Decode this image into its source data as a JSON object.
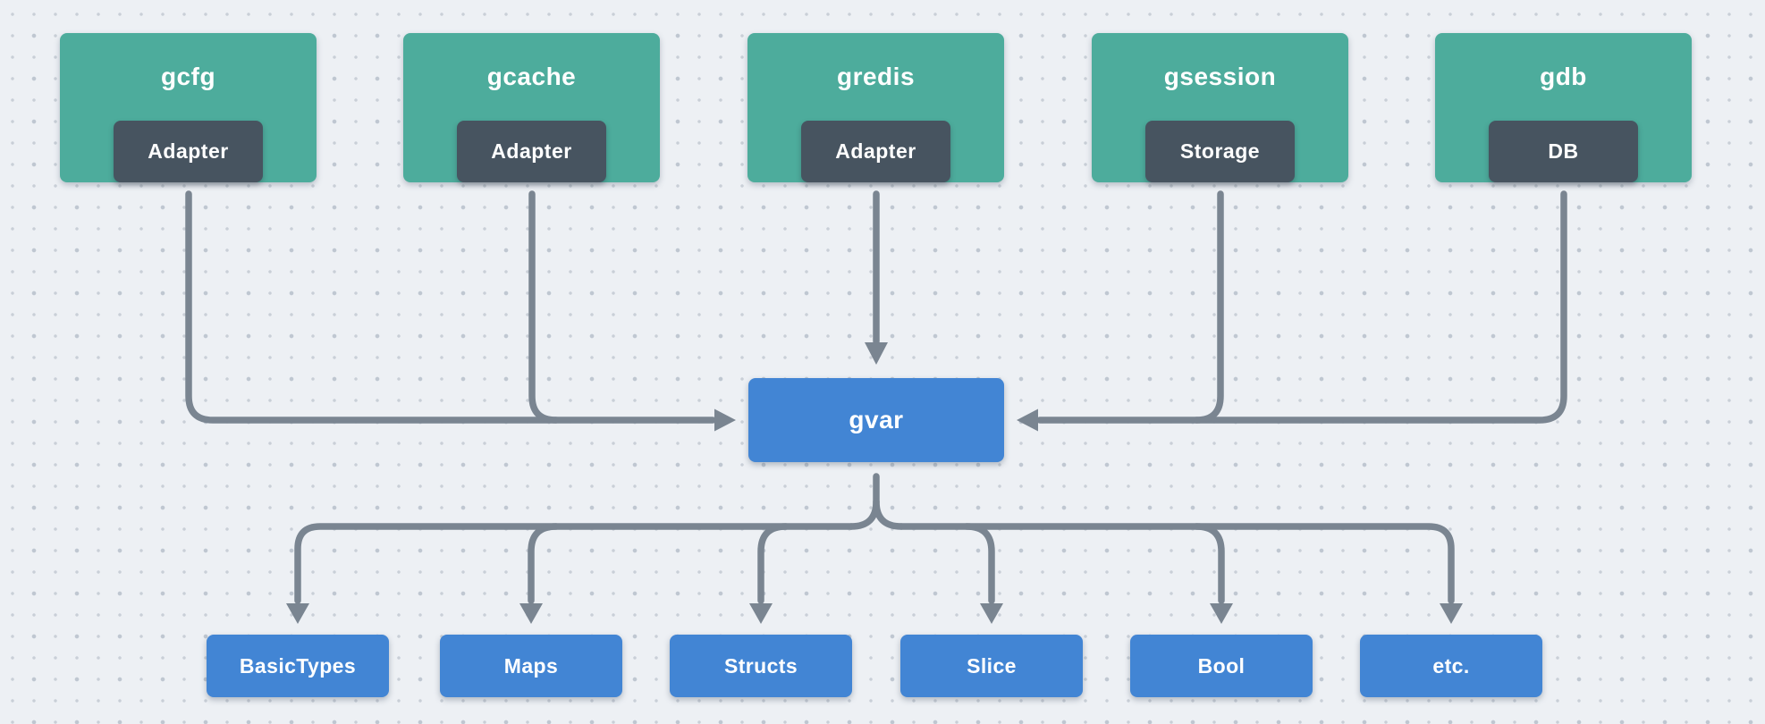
{
  "colors": {
    "bg": "#EDF0F4",
    "dot": "#C9CFD7",
    "dot2": "#BFC7D1",
    "teal": "#4DAC9C",
    "slate": "#475460",
    "blue": "#4285D4",
    "line": "#7A8591",
    "text": "#FFFFFF"
  },
  "diagram": {
    "sources": [
      {
        "title": "gcfg",
        "badge": "Adapter"
      },
      {
        "title": "gcache",
        "badge": "Adapter"
      },
      {
        "title": "gredis",
        "badge": "Adapter"
      },
      {
        "title": "gsession",
        "badge": "Storage"
      },
      {
        "title": "gdb",
        "badge": "DB"
      }
    ],
    "hub": {
      "label": "gvar"
    },
    "types": [
      {
        "label": "BasicTypes"
      },
      {
        "label": "Maps"
      },
      {
        "label": "Structs"
      },
      {
        "label": "Slice"
      },
      {
        "label": "Bool"
      },
      {
        "label": "etc."
      }
    ],
    "edges": [
      {
        "from": "gcfg",
        "to": "gvar"
      },
      {
        "from": "gcache",
        "to": "gvar"
      },
      {
        "from": "gredis",
        "to": "gvar"
      },
      {
        "from": "gsession",
        "to": "gvar"
      },
      {
        "from": "gdb",
        "to": "gvar"
      },
      {
        "from": "gvar",
        "to": "BasicTypes"
      },
      {
        "from": "gvar",
        "to": "Maps"
      },
      {
        "from": "gvar",
        "to": "Structs"
      },
      {
        "from": "gvar",
        "to": "Slice"
      },
      {
        "from": "gvar",
        "to": "Bool"
      },
      {
        "from": "gvar",
        "to": "etc."
      }
    ]
  }
}
